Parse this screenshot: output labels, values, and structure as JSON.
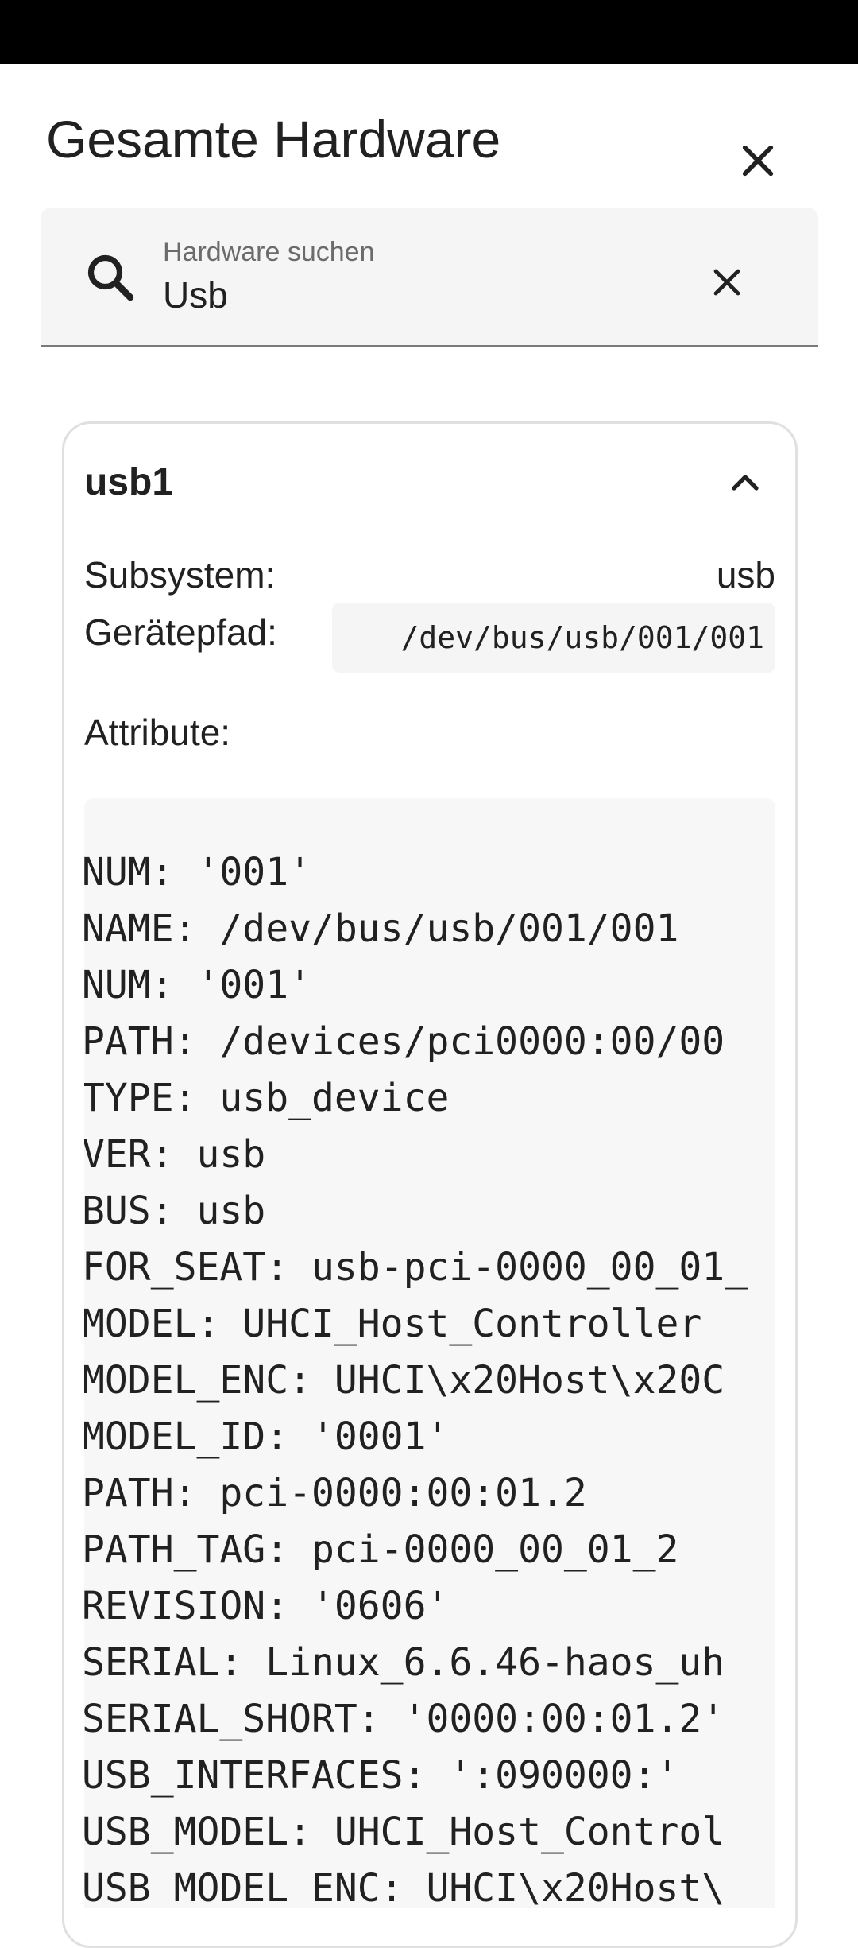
{
  "dialog": {
    "title": "Gesamte Hardware"
  },
  "search": {
    "label": "Hardware suchen",
    "value": "Usb"
  },
  "device": {
    "name": "usb1",
    "subsystem_label": "Subsystem:",
    "subsystem_value": "usb",
    "devpath_label": "Gerätepfad:",
    "devpath_value": "/dev/bus/usb/001/001",
    "attributes_label": "Attribute:",
    "attributes": [
      "NUM: '001'",
      "NAME: /dev/bus/usb/001/001",
      "NUM: '001'",
      "PATH: /devices/pci0000:00/00",
      "TYPE: usb_device",
      "VER: usb",
      "BUS: usb",
      "FOR_SEAT: usb-pci-0000_00_01_",
      "MODEL: UHCI_Host_Controller",
      "MODEL_ENC: UHCI\\x20Host\\x20C",
      "MODEL_ID: '0001'",
      "PATH: pci-0000:00:01.2",
      "PATH_TAG: pci-0000_00_01_2",
      "REVISION: '0606'",
      "SERIAL: Linux_6.6.46-haos_uh",
      "SERIAL_SHORT: '0000:00:01.2'",
      "USB_INTERFACES: ':090000:'",
      "USB_MODEL: UHCI_Host_Control",
      "USB_MODEL_ENC: UHCI\\x20Host\\"
    ]
  },
  "icons": {
    "close_dialog": "close-icon",
    "search": "search-icon",
    "clear_search": "clear-icon",
    "collapse": "chevron-up-icon"
  }
}
